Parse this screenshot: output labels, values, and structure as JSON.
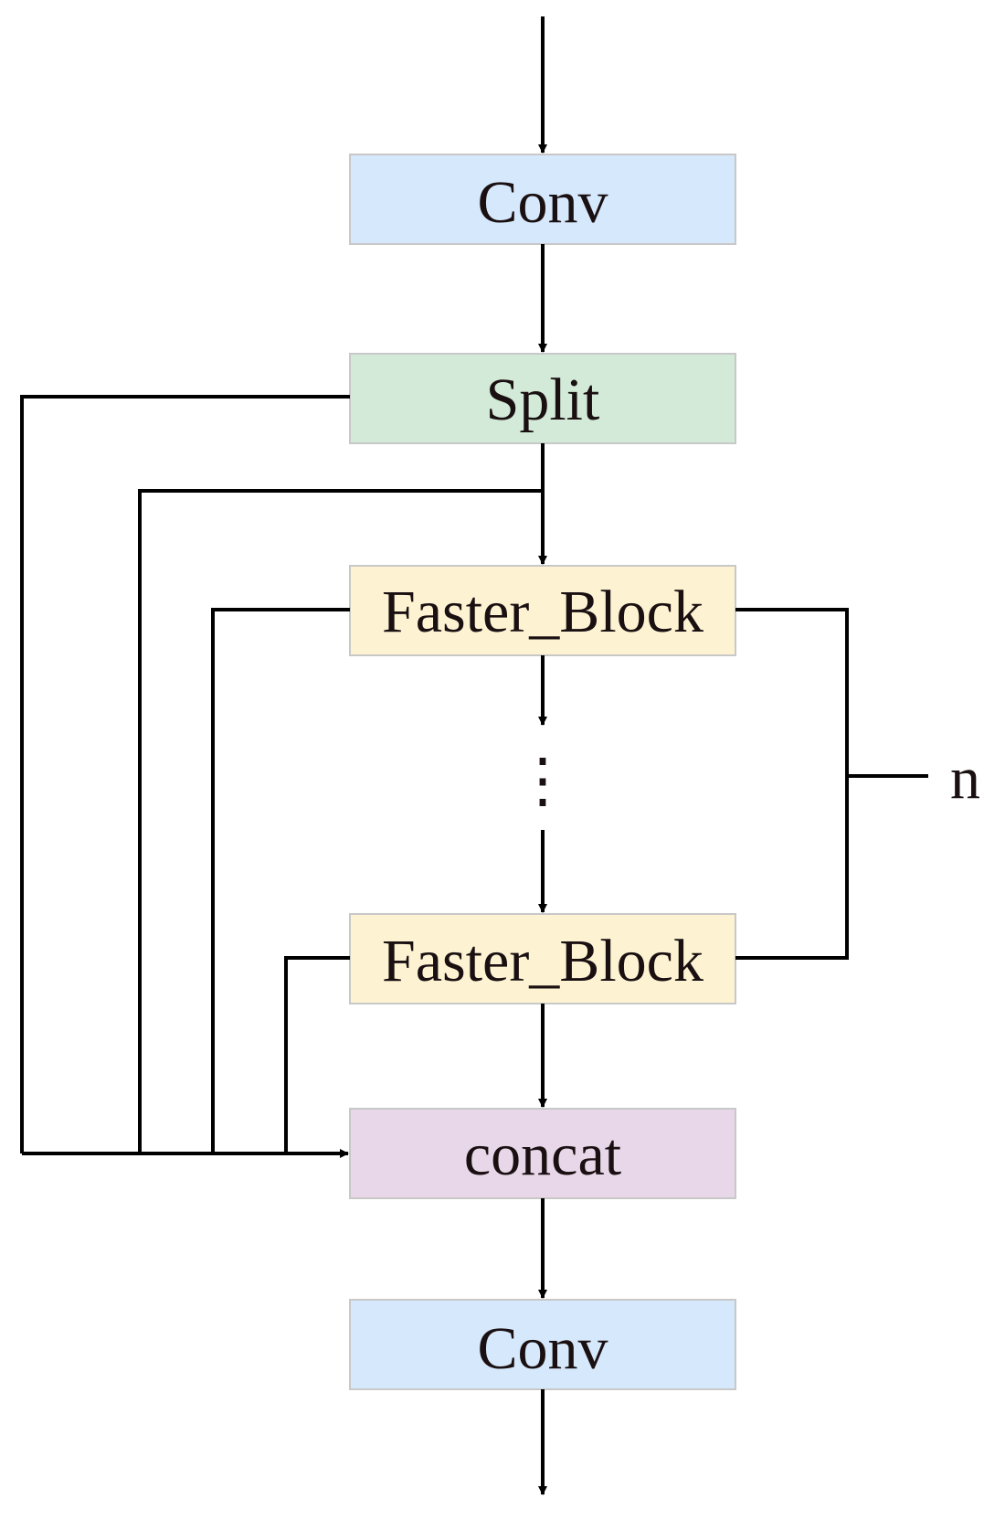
{
  "blocks": {
    "conv_top": {
      "label": "Conv",
      "color": "#d6e8fb"
    },
    "split": {
      "label": "Split",
      "color": "#d2ead7"
    },
    "faster_block_1": {
      "label": "Faster_Block",
      "color": "#fdf3d2"
    },
    "faster_block_n": {
      "label": "Faster_Block",
      "color": "#fdf3d2"
    },
    "concat": {
      "label": "concat",
      "color": "#e8d7e8"
    },
    "conv_bottom": {
      "label": "Conv",
      "color": "#d6e8fb"
    }
  },
  "repeat_label": "n",
  "ellipsis": "⋮"
}
